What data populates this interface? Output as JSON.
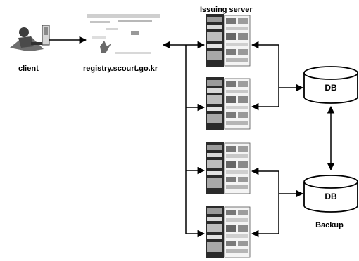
{
  "diagram": {
    "client_label": "client",
    "registry_label": "registry.scourt.go.kr",
    "server_title": "Issuing server",
    "db_primary_label": "DB",
    "db_backup_label": "DB",
    "backup_label": "Backup",
    "server_count": 4
  }
}
